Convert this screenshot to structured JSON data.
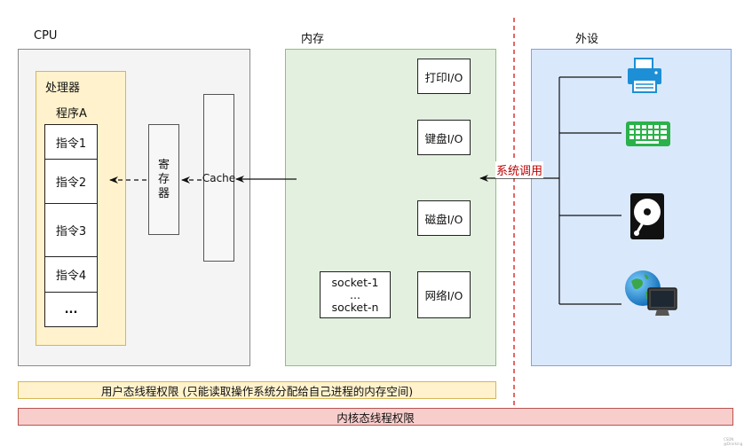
{
  "labels": {
    "cpu": "CPU",
    "memory": "内存",
    "peripherals": "外设",
    "processor": "处理器",
    "program": "程序A",
    "register": "寄\n存\n器",
    "cache": "Cache",
    "system_call": "系统调用",
    "socket_1": "socket-1",
    "socket_dots": "...",
    "socket_n": "socket-n"
  },
  "instructions": [
    "指令1",
    "指令2",
    "指令3",
    "指令4",
    "..."
  ],
  "io_modules": [
    "打印I/O",
    "键盘I/O",
    "磁盘I/O",
    "网络I/O"
  ],
  "devices": [
    "printer-icon",
    "keyboard-icon",
    "hard-disk-icon",
    "network-computer-icon"
  ],
  "permissions": {
    "user": "用户态线程权限 (只能读取操作系统分配给自己进程的内存空间)",
    "kernel": "内核态线程权限"
  },
  "watermark": "CSDN @Drorking",
  "colors": {
    "cpu_fill": "#f4f4f4",
    "memory_fill": "#e3f0df",
    "peripheral_fill": "#dae8fc",
    "processor_fill": "#fff2cc",
    "kernel_fill": "#f8cecc",
    "system_call_text": "#c00000",
    "divider": "#d40000"
  }
}
